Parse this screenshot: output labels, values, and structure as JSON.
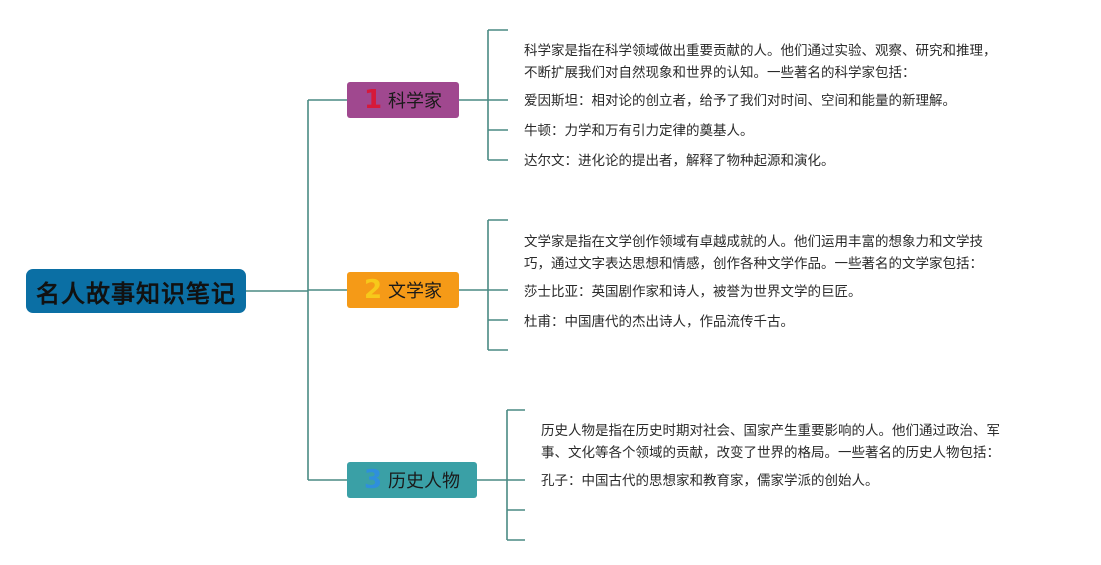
{
  "root": {
    "title": "名人故事知识笔记"
  },
  "colors": {
    "root": "#0b6fa4",
    "connector": "#4a8a84",
    "branch1": "#a0488f",
    "branch2": "#f59a17",
    "branch3": "#3aa0a6",
    "num1": "#d6193a",
    "num2": "#f7c91a",
    "num3": "#2f8fdc"
  },
  "branches": [
    {
      "number": "1",
      "label": "科学家",
      "leaves": [
        "科学家是指在科学领域做出重要贡献的人。他们通过实验、观察、研究和推理，",
        "不断扩展我们对自然现象和世界的认知。一些著名的科学家包括：",
        "爱因斯坦：相对论的创立者，给予了我们对时间、空间和能量的新理解。",
        "牛顿：力学和万有引力定律的奠基人。",
        "达尔文：进化论的提出者，解释了物种起源和演化。"
      ]
    },
    {
      "number": "2",
      "label": "文学家",
      "leaves": [
        "文学家是指在文学创作领域有卓越成就的人。他们运用丰富的想象力和文学技",
        "巧，通过文字表达思想和情感，创作各种文学作品。一些著名的文学家包括：",
        "莎士比亚：英国剧作家和诗人，被誉为世界文学的巨匠。",
        "杜甫：中国唐代的杰出诗人，作品流传千古。"
      ]
    },
    {
      "number": "3",
      "label": "历史人物",
      "leaves": [
        "历史人物是指在历史时期对社会、国家产生重要影响的人。他们通过政治、军",
        "事、文化等各个领域的贡献，改变了世界的格局。一些著名的历史人物包括：",
        "孔子：中国古代的思想家和教育家，儒家学派的创始人。"
      ]
    }
  ]
}
